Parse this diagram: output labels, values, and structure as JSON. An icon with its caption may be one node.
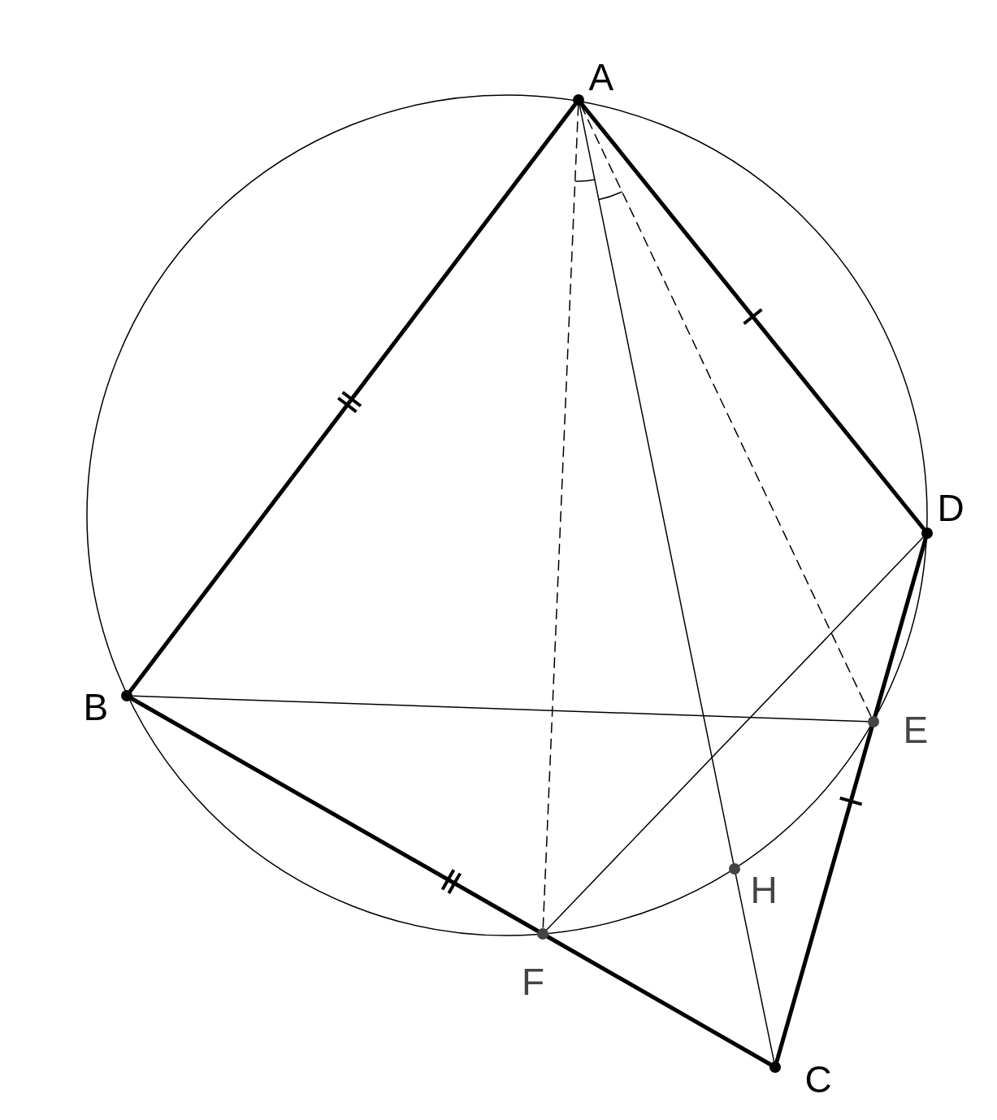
{
  "diagram": {
    "nodes": [
      {
        "text": [
          "A"
        ]
      },
      {
        "text": [
          "B"
        ]
      },
      {
        "text": [
          "C"
        ]
      },
      {
        "text": [
          "D"
        ]
      },
      {
        "text": [
          "E"
        ]
      },
      {
        "text": [
          "F"
        ]
      },
      {
        "text": [
          "H"
        ]
      }
    ],
    "edges": [
      {
        "from": 0,
        "to": 1,
        "arrow": "none",
        "style": "thick"
      },
      {
        "from": 0,
        "to": 3,
        "arrow": "none",
        "style": "thick"
      },
      {
        "from": 1,
        "to": 5,
        "arrow": "none",
        "style": "thick"
      },
      {
        "from": 5,
        "to": 2,
        "arrow": "none",
        "style": "thick"
      },
      {
        "from": 3,
        "to": 4,
        "arrow": "none",
        "style": "thick"
      },
      {
        "from": 4,
        "to": 2,
        "arrow": "none",
        "style": "thick"
      },
      {
        "from": 0,
        "to": 5,
        "arrow": "none",
        "style": "dashed"
      },
      {
        "from": 0,
        "to": 4,
        "arrow": "none",
        "style": "dashed"
      },
      {
        "from": 0,
        "to": 6,
        "arrow": "none"
      },
      {
        "from": 6,
        "to": 2,
        "arrow": "none"
      },
      {
        "from": 1,
        "to": 4,
        "arrow": "none"
      },
      {
        "from": 3,
        "to": 5,
        "arrow": "none"
      }
    ]
  }
}
